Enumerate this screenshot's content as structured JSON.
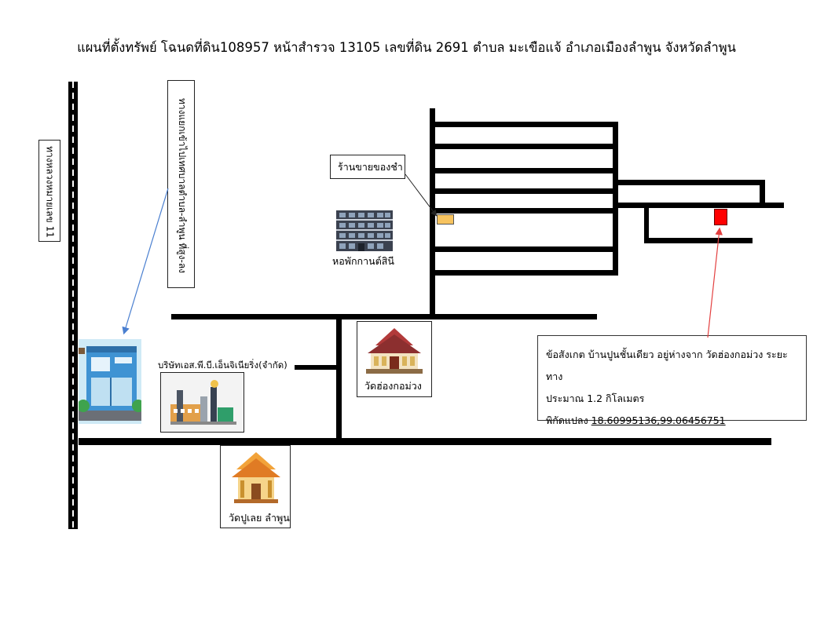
{
  "title": "แผนที่ตั้งทรัพย์ โฉนดที่ดิน108957  หน้าสำรวจ 13105 เลขที่ดิน 2691 ตำบล มะเขือแจ้ อำเภอเมืองลำพูน จังหวัดลำพูน",
  "highway_label": "ทางหลวงหมายเลข 11",
  "bank_label": "ทางแยกเข้าไปเทศบาลตำบล-ลำพูน ที่สูง-ลง",
  "factory_label": "บริษัทเอส.พี.บี.เอ็นจิเนียริ่ง(จำกัด)",
  "temple_hongkomuang": "วัดฮ่องกอม่วง",
  "temple_pulei": "วัดปูเลย ลำพูน",
  "dorm_label": "หอพักกานต์สินี",
  "shop_label": "ร้านขายของชำ",
  "note": {
    "line1": "ข้อสังเกต บ้านปูนชั้นเดียว อยู่ห่างจาก วัดฮ่องกอม่วง ระยะทาง",
    "line2": "ประมาณ 1.2 กิโลเมตร",
    "coord_label": "พิกัดแปลง ",
    "coord_value": "18.60995136,99.06456751"
  },
  "colors": {
    "road": "#000000",
    "shop_marker": "#f7c35f",
    "property_marker": "#ff0000",
    "bank_arrow": "#4a7fd0",
    "property_arrow": "#e34040"
  }
}
